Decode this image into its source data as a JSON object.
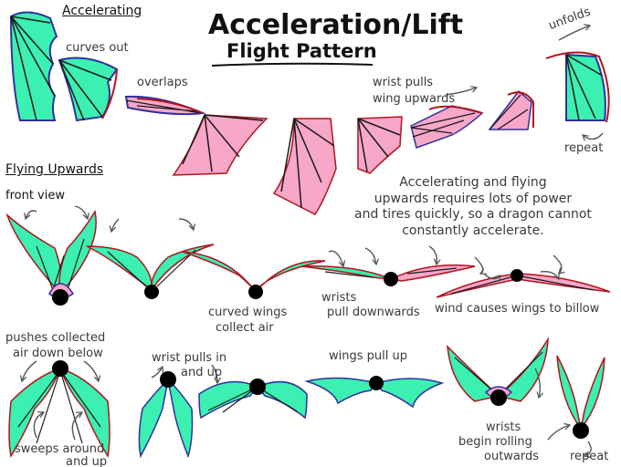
{
  "title": {
    "line1": "Acceleration/Lift",
    "line2": "Flight Pattern"
  },
  "sections": {
    "accelerating": "Accelerating",
    "flying_upwards": "Flying Upwards",
    "front_view": "front view"
  },
  "labels": {
    "curves_out": "curves out",
    "overlaps": "overlaps",
    "wrist_pulls_wing_1": "wrist pulls",
    "wrist_pulls_wing_2": "wing upwards",
    "unfolds": "unfolds",
    "repeat_top": "repeat",
    "curved_wings_1": "curved wings",
    "curved_wings_2": "collect air",
    "wrists_pull_1": "wrists",
    "wrists_pull_2": "pull downwards",
    "billow": "wind causes wings to billow",
    "pushes_1": "pushes collected",
    "pushes_2": "air down below",
    "wrist_in_1": "wrist pulls in",
    "wrist_in_2": "and up",
    "wings_pull_up": "wings pull up",
    "sweeps_1": "sweeps around",
    "sweeps_2": "and up",
    "rolling_1": "wrists",
    "rolling_2": "begin rolling",
    "rolling_3": "outwards",
    "repeat_bottom": "repeat"
  },
  "note": {
    "line1": "Accelerating and flying",
    "line2": "upwards requires lots of power",
    "line3": "and tires quickly, so a dragon cannot",
    "line4": "constantly accelerate."
  },
  "colors": {
    "membrane_green": "#3bf0b0",
    "membrane_pink": "#f7a7c8",
    "bone": "#1a1a1a",
    "edge_red": "#b0141e",
    "edge_blue": "#3030a0",
    "body": "#000000"
  }
}
